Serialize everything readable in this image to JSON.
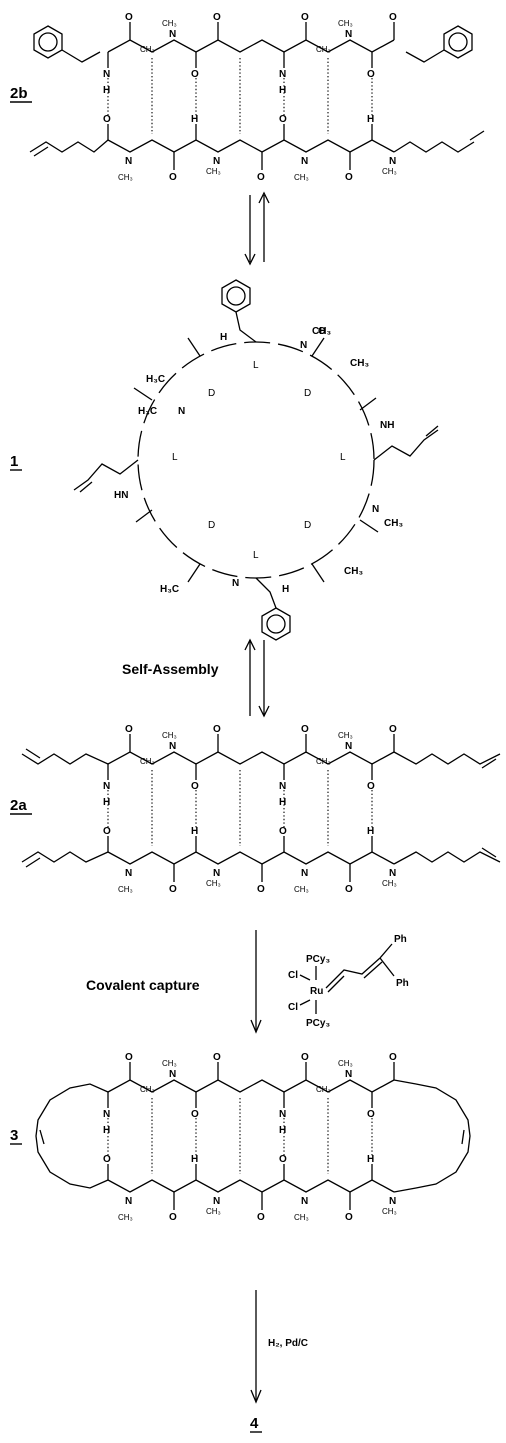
{
  "compounds": {
    "c2b": "2b",
    "c1": "1",
    "c2a": "2a",
    "c3": "3",
    "c4": "4"
  },
  "steps": {
    "self_assembly": "Self-Assembly",
    "covalent_capture": "Covalent capture",
    "hydrogenation": "H₂, Pd/C"
  },
  "catalyst": {
    "pcy3_top": "PCy₃",
    "pcy3_bottom": "PCy₃",
    "cl1": "Cl",
    "cl2": "Cl",
    "ru": "Ru",
    "ph1": "Ph",
    "ph2": "Ph"
  },
  "ring": {
    "stereo_top": "L",
    "stereo_upper_left": "D",
    "stereo_upper_right": "D",
    "stereo_left": "L",
    "stereo_right": "L",
    "stereo_lower_left": "D",
    "stereo_lower_right": "D",
    "stereo_bottom": "L",
    "h3c_1": "H₃C",
    "h3c_n": "H₃C",
    "nh_top": "H",
    "n_top": "N",
    "ch3_top_n": "CH₃",
    "ch3_top_r": "CH₃",
    "nh_right": "NH",
    "n_right": "N",
    "ch3_right_n": "CH₃",
    "ch3_right_c": "CH₃",
    "nh_left": "HN",
    "n_left": "N",
    "h3c_bottom": "H₃C",
    "nh_bottom": "H",
    "n_bottom": "N",
    "o": "O"
  }
}
